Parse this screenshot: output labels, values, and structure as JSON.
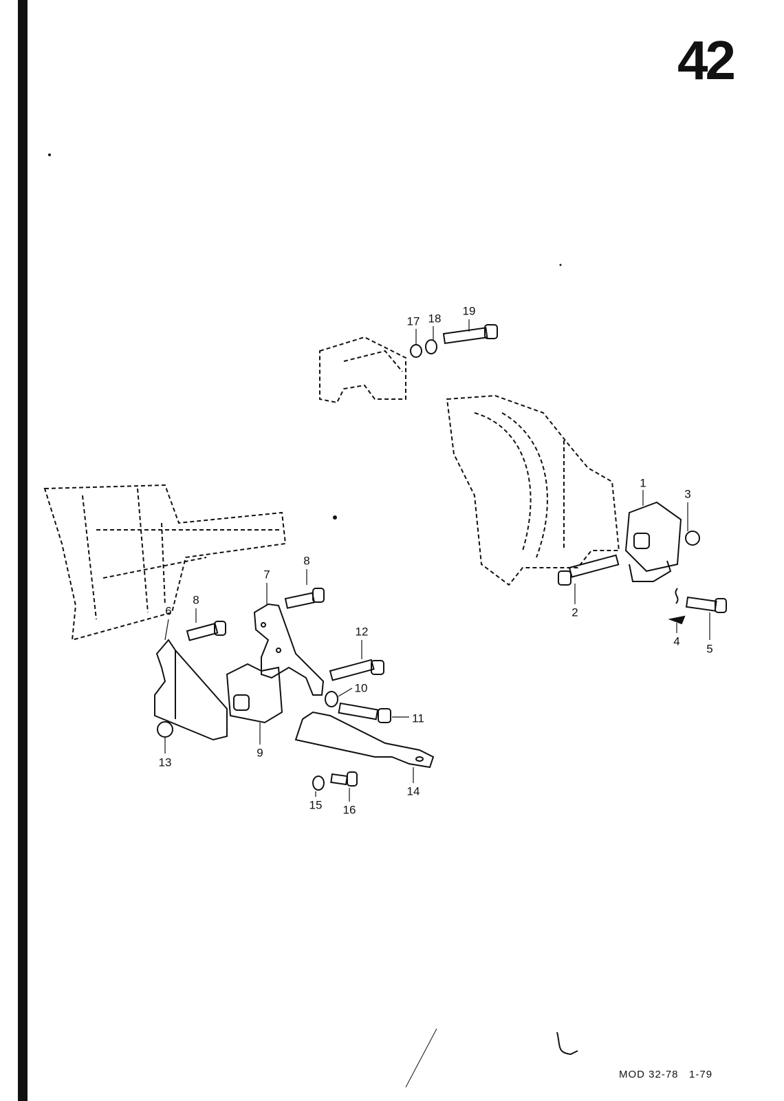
{
  "page_number": "42",
  "footer": "MOD 32-78   1-79",
  "callouts": [
    {
      "id": "17",
      "label": "17"
    },
    {
      "id": "18",
      "label": "18"
    },
    {
      "id": "19",
      "label": "19"
    },
    {
      "id": "1",
      "label": "1"
    },
    {
      "id": "3",
      "label": "3"
    },
    {
      "id": "2",
      "label": "2"
    },
    {
      "id": "4",
      "label": "4"
    },
    {
      "id": "5",
      "label": "5"
    },
    {
      "id": "8a",
      "label": "8"
    },
    {
      "id": "7",
      "label": "7"
    },
    {
      "id": "8b",
      "label": "8"
    },
    {
      "id": "6",
      "label": "6"
    },
    {
      "id": "12",
      "label": "12"
    },
    {
      "id": "10",
      "label": "10"
    },
    {
      "id": "11",
      "label": "11"
    },
    {
      "id": "13",
      "label": "13"
    },
    {
      "id": "9",
      "label": "9"
    },
    {
      "id": "14",
      "label": "14"
    },
    {
      "id": "15",
      "label": "15"
    },
    {
      "id": "16",
      "label": "16"
    }
  ]
}
